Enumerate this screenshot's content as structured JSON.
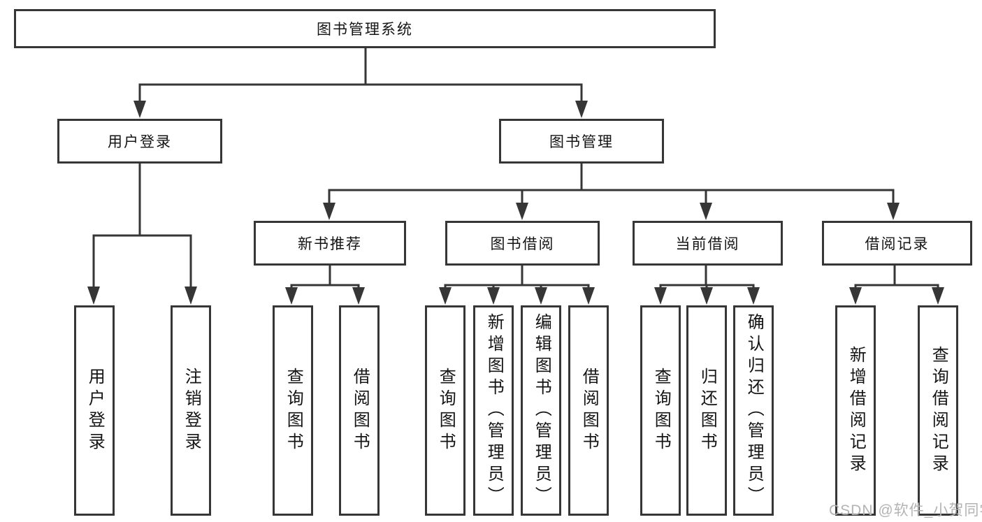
{
  "title": "图书管理系统",
  "watermark": {
    "text": "CSDN @软件_小贺同学"
  },
  "colors": {
    "line": "#363636",
    "box_border": "#363636",
    "text": "#141414",
    "watermark": "#b3b3b3",
    "background": "#ffffff"
  },
  "tree": {
    "label": "图书管理系统",
    "children": [
      {
        "label": "用户登录",
        "children": [
          {
            "label": "用户登录"
          },
          {
            "label": "注销登录"
          }
        ]
      },
      {
        "label": "图书管理",
        "children": [
          {
            "label": "新书推荐",
            "children": [
              {
                "label": "查询图书"
              },
              {
                "label": "借阅图书"
              }
            ]
          },
          {
            "label": "图书借阅",
            "children": [
              {
                "label": "查询图书"
              },
              {
                "label": "新增图书（管理员）"
              },
              {
                "label": "编辑图书（管理员）"
              },
              {
                "label": "借阅图书"
              }
            ]
          },
          {
            "label": "当前借阅",
            "children": [
              {
                "label": "查询图书"
              },
              {
                "label": "归还图书"
              },
              {
                "label": "确认归还（管理员）"
              }
            ]
          },
          {
            "label": "借阅记录",
            "children": [
              {
                "label": "新增借阅记录"
              },
              {
                "label": "查询借阅记录"
              }
            ]
          }
        ]
      }
    ]
  }
}
